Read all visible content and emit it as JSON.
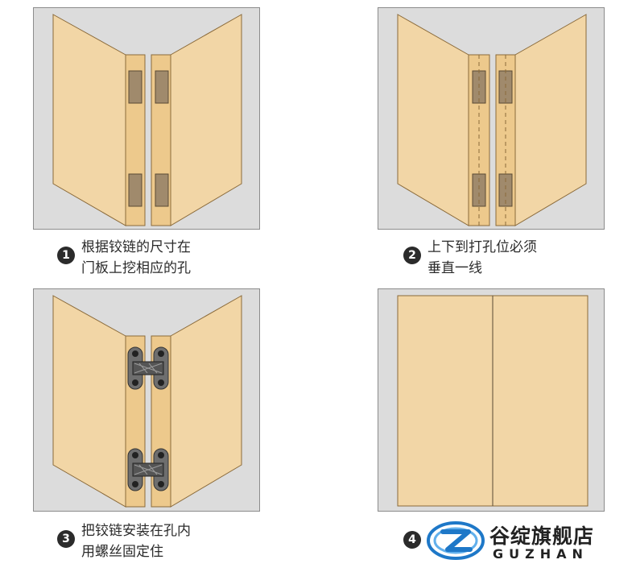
{
  "steps": [
    {
      "number": "1",
      "lines": [
        "根据铰链的尺寸在",
        "门板上挖相应的孔"
      ]
    },
    {
      "number": "2",
      "lines": [
        "上下到打孔位必须",
        "垂直一线"
      ]
    },
    {
      "number": "3",
      "lines": [
        "把铰链安装在孔内",
        "用螺丝固定住"
      ]
    },
    {
      "number": "4",
      "lines": []
    }
  ],
  "brand": {
    "name_cn": "谷绽旗舰店",
    "name_en": "GUZHAN"
  },
  "colors": {
    "panel_bg": "#dcdcdc",
    "wood_face": "#f2d6a6",
    "wood_edge": "#edc98c",
    "wood_outline": "#8a6a3a",
    "hole_fill": "#a08a6c",
    "hinge_metal": "#6e6e6e",
    "logo_blue": "#1e78c8"
  }
}
